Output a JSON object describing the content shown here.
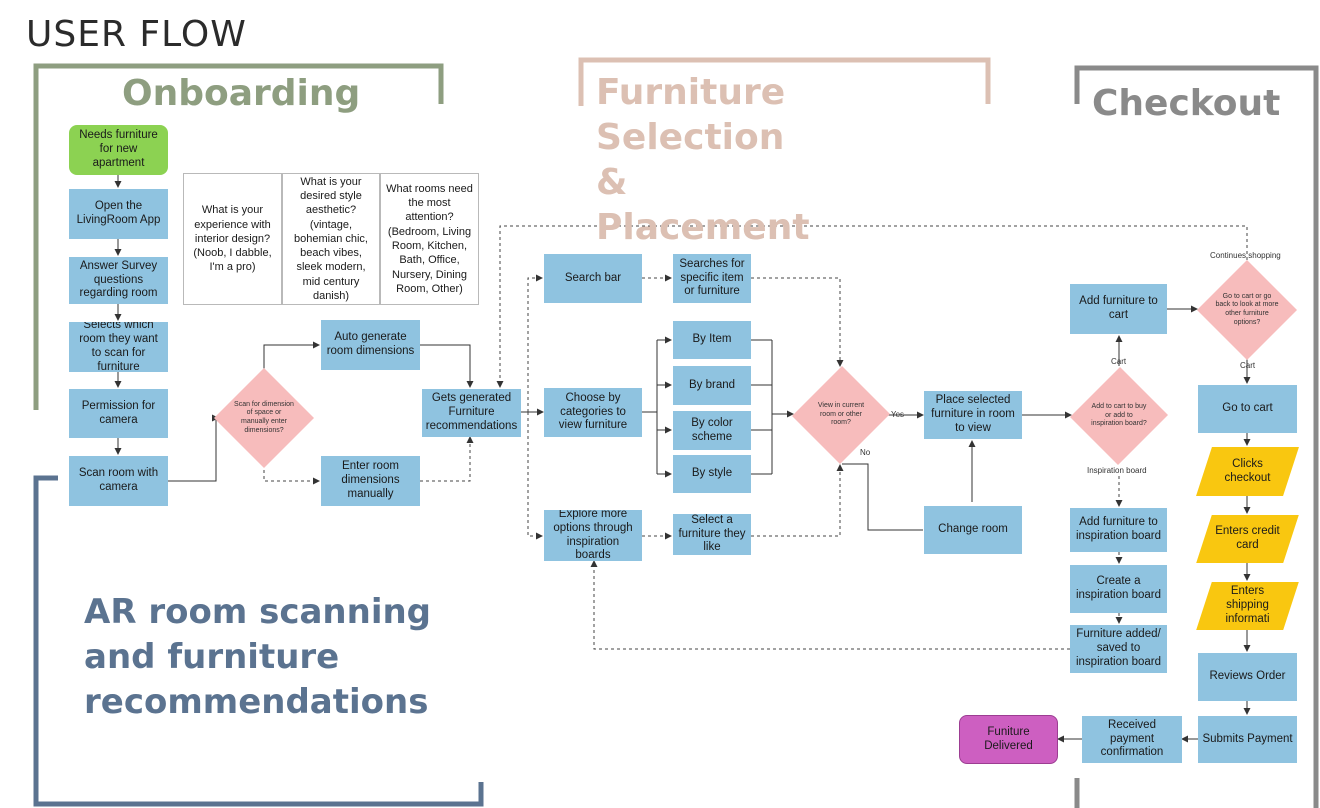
{
  "title": "USER FLOW",
  "sections": {
    "onboarding": "Onboarding",
    "furniture": "Furniture Selection & Placement",
    "checkout": "Checkout",
    "ar": "AR room scanning and furniture recommendations"
  },
  "colors": {
    "onboarding": "#8e9e80",
    "furniture": "#dcc0b3",
    "checkout": "#8a8a8a",
    "ar": "#5b7390",
    "process": "#8fc3e0",
    "decision": "#f7bcbc",
    "start": "#8cd252",
    "end": "#cd5fc1",
    "io": "#f9c710"
  },
  "nodes": {
    "needs_furniture": "Needs furniture for new apartment",
    "open_app": "Open the LivingRoom App",
    "answer_survey": "Answer Survey questions regarding room",
    "selects_room": "Selects which room they want to scan for furniture",
    "permission_camera": "Permission for camera",
    "scan_room": "Scan room with camera",
    "auto_generate": "Auto generate room dimensions",
    "enter_dimensions": "Enter room dimensions manually",
    "gets_recommendations": "Gets generated Furniture recommendations",
    "search_bar": "Search bar",
    "searches_specific": "Searches for specific item or furniture",
    "choose_categories": "Choose by categories to view furniture",
    "by_item": "By Item",
    "by_brand": "By brand",
    "by_color": "By color scheme",
    "by_style": "By style",
    "explore_boards": "Explore more options through inspiration boards",
    "select_furniture": "Select a furniture they like",
    "place_furniture": "Place selected furniture in room to view",
    "change_room": "Change room",
    "add_to_cart": "Add furniture to cart",
    "add_to_board": "Add furniture to inspiration board",
    "create_board": "Create a inspiration board",
    "furniture_saved": "Furniture added/ saved to inspiration board",
    "go_to_cart": "Go to cart",
    "clicks_checkout": "Clicks checkout",
    "enters_credit": "Enters credit card",
    "enters_shipping": "Enters shipping informati",
    "reviews_order": "Reviews Order",
    "submits_payment": "Submits Payment",
    "received_confirmation": "Received payment confirmation",
    "delivered": "Funiture Delivered"
  },
  "survey": {
    "q1": "What is your experience with interior design? (Noob, I dabble, I'm a pro)",
    "q2": "What is your desired style aesthetic? (vintage, bohemian chic, beach vibes, sleek modern, mid century danish)",
    "q3": "What rooms need the most attention? (Bedroom, Living Room, Kitchen, Bath, Office, Nursery, Dining Room, Other)"
  },
  "decisions": {
    "scan_or_manual": "Scan for dimension of space or manually enter dimensions?",
    "view_in_room": "View in current room or other room?",
    "cart_or_board": "Add to cart to buy or add to inspiration board?",
    "go_to_cart_or_back": "Go to cart or go back to look at more other furniture options?"
  },
  "labels": {
    "yes": "Yes",
    "no": "No",
    "cart_1": "Cart",
    "cart_2": "Cart",
    "inspiration_board": "Inspiration board",
    "continues_shopping": "Continues shopping"
  }
}
